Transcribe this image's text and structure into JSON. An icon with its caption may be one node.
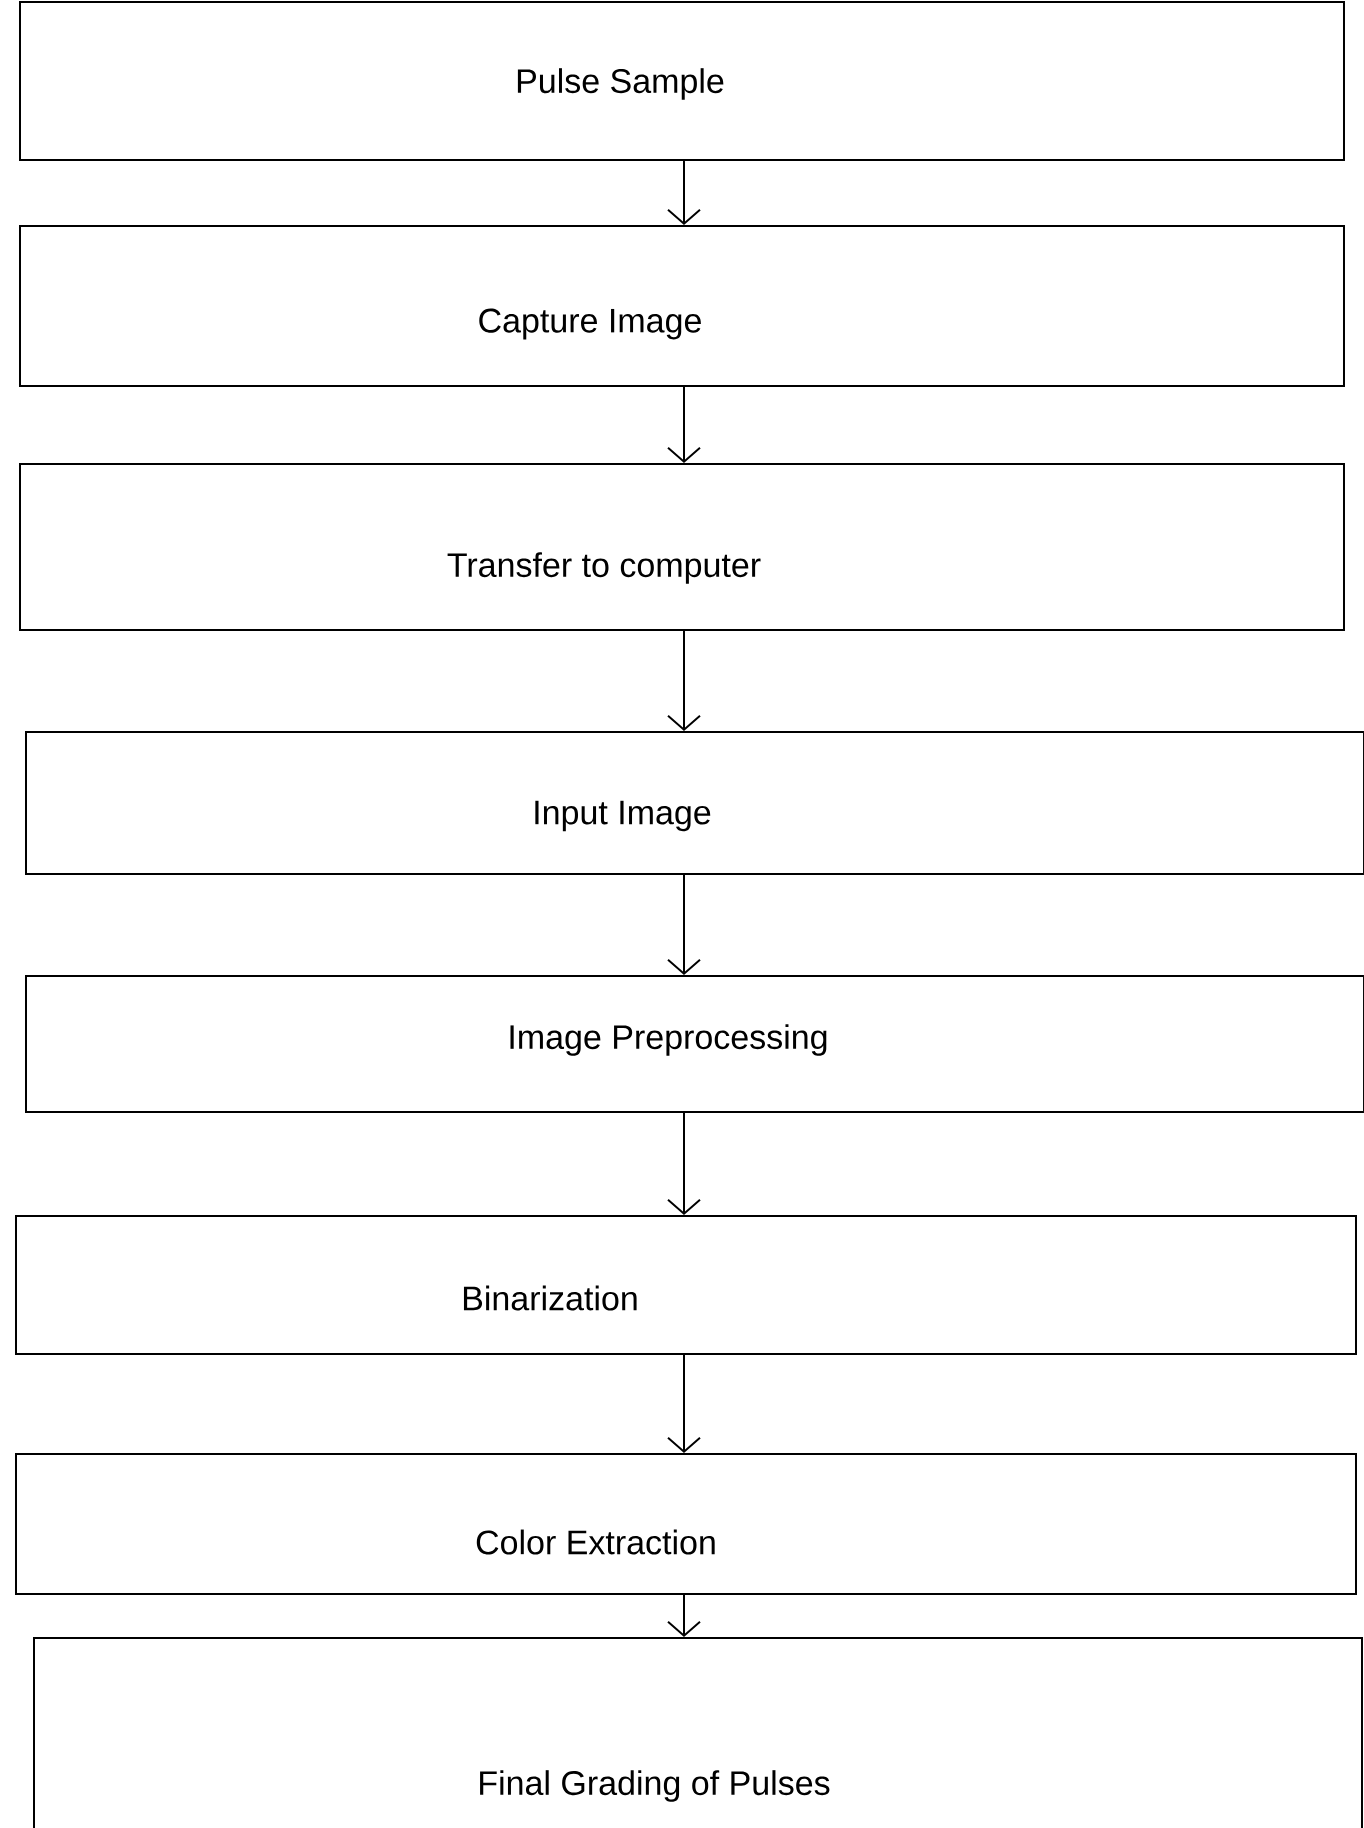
{
  "diagram": {
    "nodes": [
      {
        "text": [
          "Pulse Sample"
        ]
      },
      {
        "text": [
          "Capture Image"
        ]
      },
      {
        "text": [
          "Transfer to computer"
        ]
      },
      {
        "text": [
          "Input Image"
        ]
      },
      {
        "text": [
          "Image Preprocessing"
        ]
      },
      {
        "text": [
          "Binarization"
        ]
      },
      {
        "text": [
          "Color Extraction"
        ]
      },
      {
        "text": [
          "Final Grading of Pulses"
        ]
      }
    ],
    "edges": [
      {
        "from": 0,
        "to": 1,
        "arrow": "to"
      },
      {
        "from": 1,
        "to": 2,
        "arrow": "to"
      },
      {
        "from": 2,
        "to": 3,
        "arrow": "to"
      },
      {
        "from": 3,
        "to": 4,
        "arrow": "to"
      },
      {
        "from": 4,
        "to": 5,
        "arrow": "to"
      },
      {
        "from": 5,
        "to": 6,
        "arrow": "to"
      },
      {
        "from": 6,
        "to": 7,
        "arrow": "to"
      }
    ]
  }
}
